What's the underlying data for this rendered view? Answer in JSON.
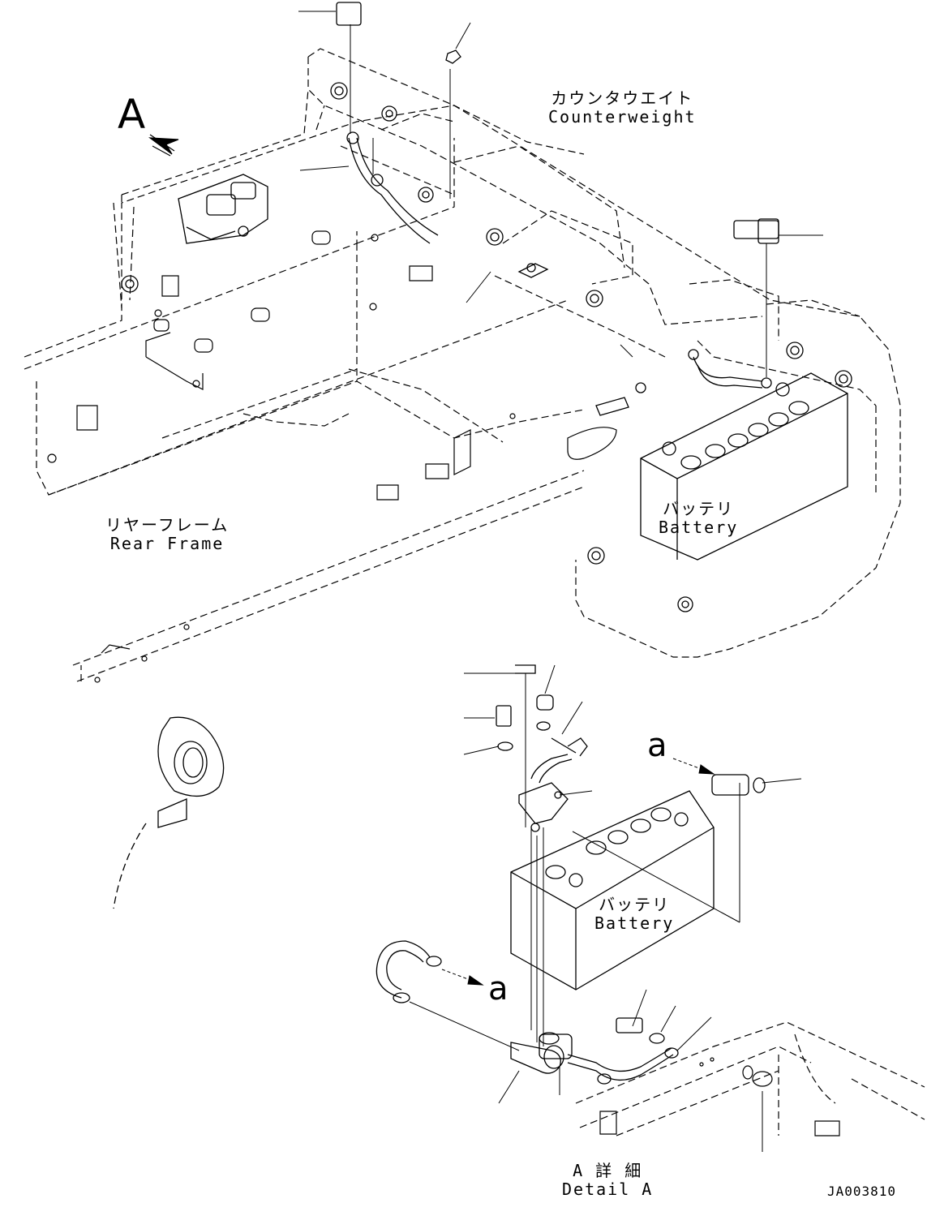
{
  "callouts": {
    "view_a": "A",
    "ref_a_top": "a",
    "ref_a_bottom": "a"
  },
  "labels": {
    "counterweight_jp": "カウンタウエイト",
    "counterweight_en": "Counterweight",
    "rear_frame_jp": "リヤーフレーム",
    "rear_frame_en": "Rear Frame",
    "battery_upper_jp": "バッテリ",
    "battery_upper_en": "Battery",
    "battery_lower_jp": "バッテリ",
    "battery_lower_en": "Battery",
    "detail_jp": "A 詳 細",
    "detail_en": "Detail A"
  },
  "drawing_number": "JA003810"
}
